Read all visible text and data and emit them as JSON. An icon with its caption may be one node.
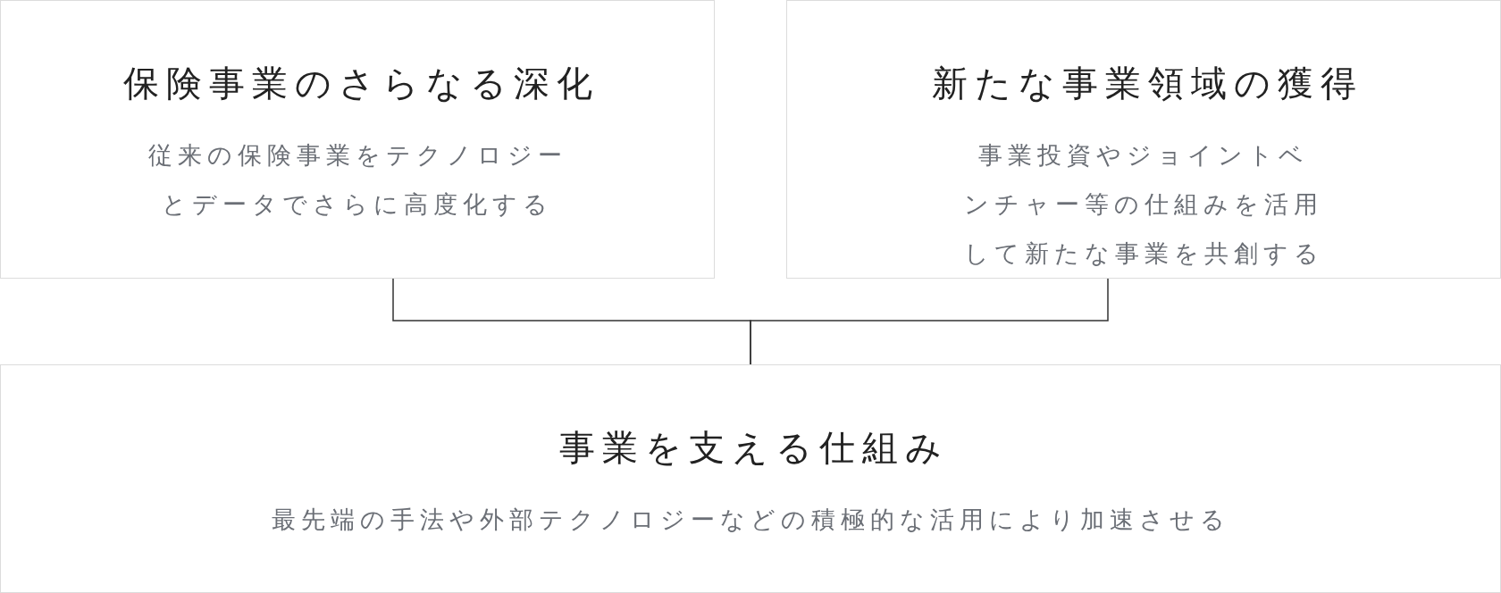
{
  "diagram": {
    "nodes": [
      {
        "text": [
          "保険事業のさらなる深化",
          "従来の保険事業をテクノロジーとデータでさらに高度化する"
        ]
      },
      {
        "text": [
          "新たな事業領域の獲得",
          "事業投資やジョイントベンチャー等の仕組みを活用して新たな事業を共創する"
        ]
      },
      {
        "text": [
          "事業を支える仕組み",
          "最先端の手法や外部テクノロジーなどの積極的な活用により加速させる"
        ]
      }
    ],
    "edges": [
      {
        "from": 0,
        "to": 2,
        "arrow": "none"
      },
      {
        "from": 1,
        "to": 2,
        "arrow": "none"
      }
    ]
  }
}
